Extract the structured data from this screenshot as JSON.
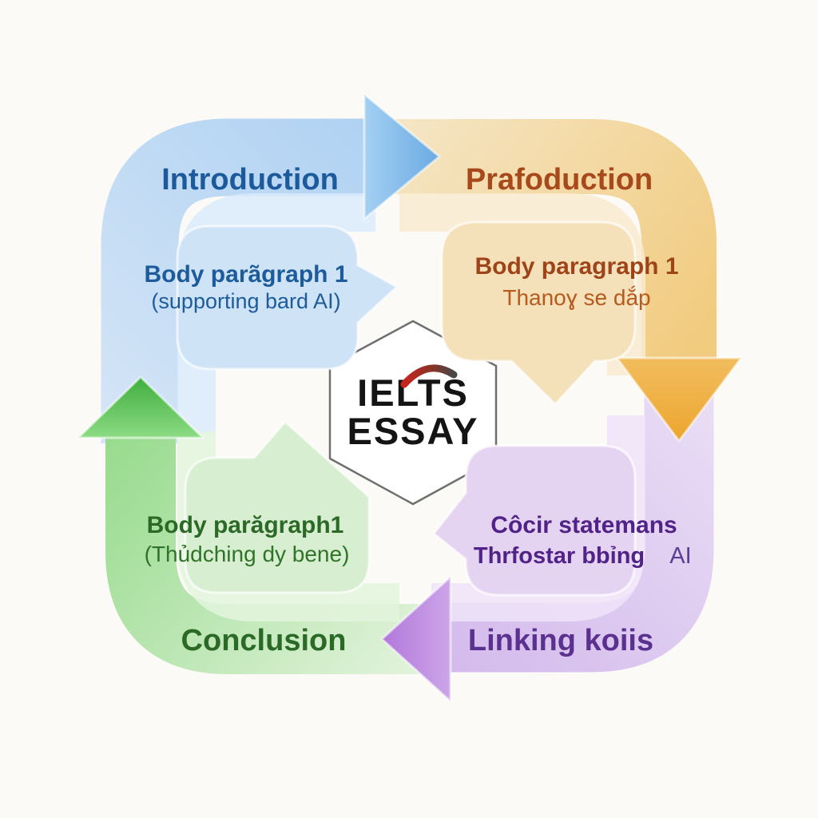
{
  "center_logo": {
    "line1": "IELTS",
    "line2": "ESSAY"
  },
  "quadrants": {
    "top_left": {
      "label": "Introduction",
      "bubble_line1": "Body parãgraph 1",
      "bubble_line2": "(supporting bard AI)",
      "label_color": "#1c5a9c",
      "bubble_line1_color": "#1d5b9b",
      "bubble_line2_color": "#1d5b9b",
      "colors": {
        "band": "#bfd9f3",
        "bubble": "#cfe3f6",
        "arrow": "#7fb9e9"
      }
    },
    "top_right": {
      "label": "Prafoduction",
      "bubble_line1": "Body paragraph 1",
      "bubble_line2": "Thanoɣ se dắp",
      "label_color": "#a8491c",
      "bubble_line1_color": "#9e4418",
      "bubble_line2_color": "#b65a1e",
      "colors": {
        "band": "#f4ddae",
        "bubble": "#f4e1ba",
        "arrow": "#f0b24a"
      }
    },
    "bottom_left": {
      "label": "Conclusion",
      "bubble_line1": "Body parăgraph1",
      "bubble_line2": "(Thủdching dy bene)",
      "label_color": "#2a6a26",
      "bubble_line1_color": "#2a6a26",
      "bubble_line2_color": "#2f7429",
      "colors": {
        "band": "#c4e9bb",
        "bubble": "#d8eed1",
        "arrow": "#55c04e"
      }
    },
    "bottom_right": {
      "label": "Linking koiis",
      "bubble_line1": "Côcir statemans",
      "bubble_line2": "Thrfostar bbỉng",
      "bubble_line2_suffix": "AI",
      "label_color": "#5a318f",
      "bubble_line1_color": "#512287",
      "bubble_line2_color": "#512287",
      "bubble_line2_suffix_color": "#5d3e97",
      "colors": {
        "band": "#e2d2f1",
        "bubble": "#e4d4f1",
        "arrow": "#bd87e0"
      }
    }
  }
}
